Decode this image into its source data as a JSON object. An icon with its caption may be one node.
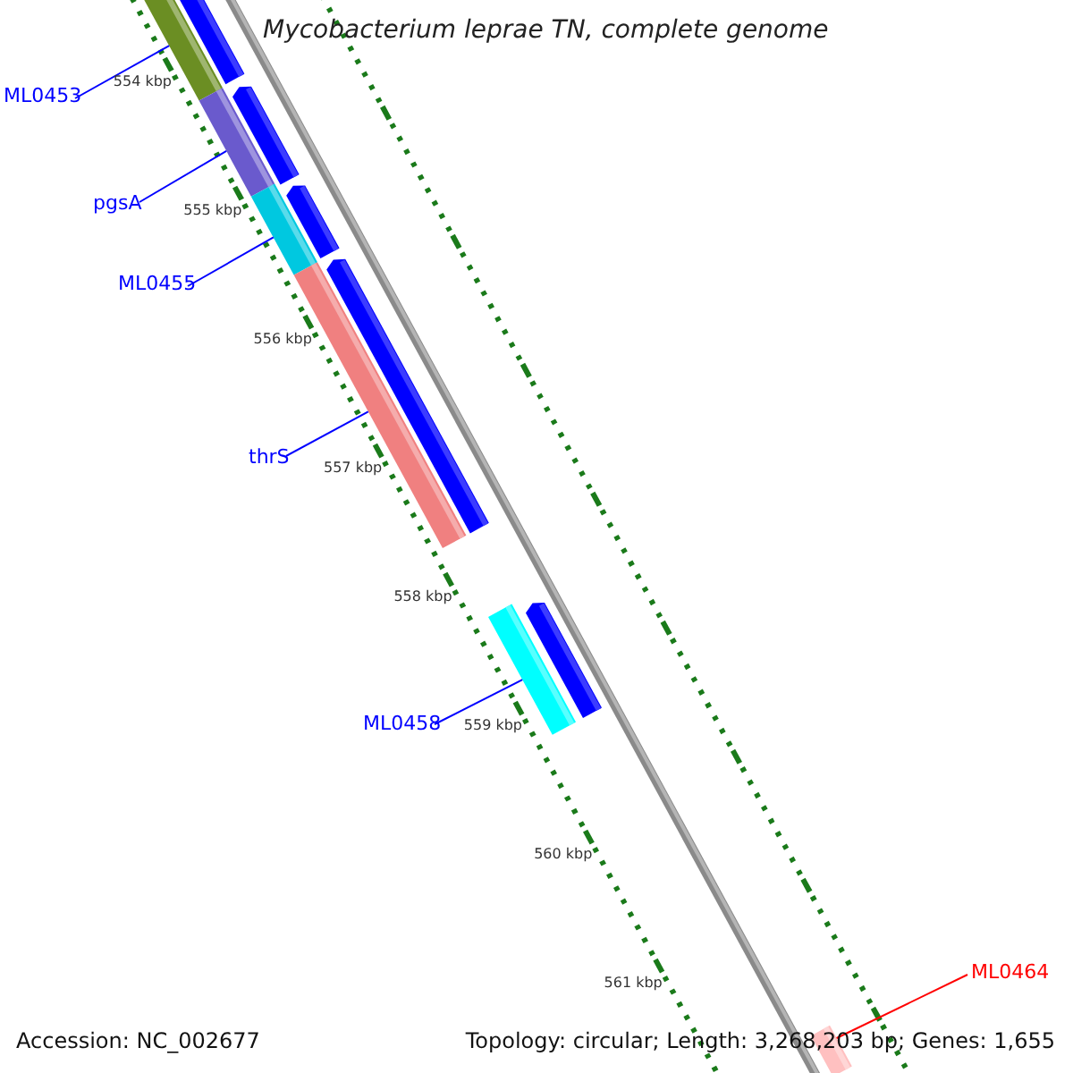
{
  "diagram": {
    "title": "Mycobacterium leprae TN, complete genome",
    "nodes": [
      {
        "text": [
          "ML0453"
        ]
      },
      {
        "text": [
          "pgsA"
        ]
      },
      {
        "text": [
          "ML0455"
        ]
      },
      {
        "text": [
          "thrS"
        ]
      },
      {
        "text": [
          "ML0458"
        ]
      },
      {
        "text": [
          "ML0464"
        ]
      },
      {
        "text": [],
        "shape": "bar"
      },
      {
        "text": [],
        "shape": "bar"
      },
      {
        "text": [],
        "shape": "bar"
      },
      {
        "text": [],
        "shape": "bar"
      },
      {
        "text": [],
        "shape": "bar"
      },
      {
        "text": [],
        "shape": "bar"
      }
    ],
    "edges": [
      {
        "from": 0,
        "to": 6,
        "arrow": "none"
      },
      {
        "from": 1,
        "to": 7,
        "arrow": "none"
      },
      {
        "from": 2,
        "to": 8,
        "arrow": "none"
      },
      {
        "from": 3,
        "to": 9,
        "arrow": "none"
      },
      {
        "from": 4,
        "to": 10,
        "arrow": "none"
      },
      {
        "from": 5,
        "to": 11,
        "arrow": "none",
        "color": "#ff0000"
      }
    ],
    "labels": [
      "554 kbp",
      "555 kbp",
      "556 kbp",
      "557 kbp",
      "558 kbp",
      "559 kbp",
      "560 kbp",
      "561 kbp",
      "Accession: NC_002677",
      "Topology: circular; Length: 3,268,203 bp; Genes: 1,655"
    ]
  }
}
